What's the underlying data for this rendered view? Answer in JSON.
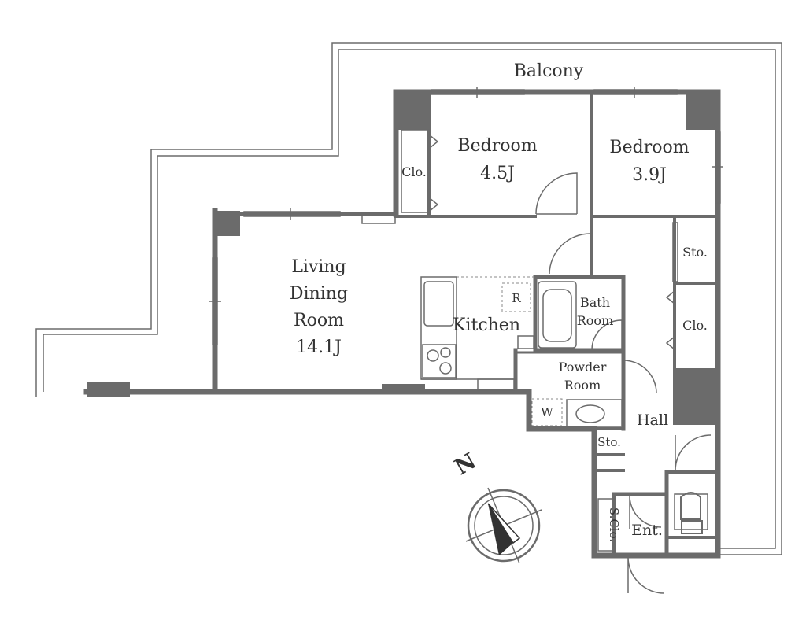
{
  "rooms": {
    "balcony": "Balcony",
    "bedroom1": {
      "name": "Bedroom",
      "size": "4.5J"
    },
    "bedroom2": {
      "name": "Bedroom",
      "size": "3.9J"
    },
    "closet_left": "Clo.",
    "living": {
      "line1": "Living",
      "line2": "Dining",
      "line3": "Room",
      "size": "14.1J"
    },
    "kitchen": "Kitchen",
    "fridge": "R",
    "bath": {
      "line1": "Bath",
      "line2": "Room"
    },
    "powder": {
      "line1": "Powder",
      "line2": "Room"
    },
    "washer": "W",
    "storage_top": "Sto.",
    "closet_right": "Clo.",
    "hall": "Hall",
    "storage_small": "Sto.",
    "shoe_closet": "S.Clo.",
    "entrance": "Ent."
  },
  "compass": {
    "north": "N"
  }
}
